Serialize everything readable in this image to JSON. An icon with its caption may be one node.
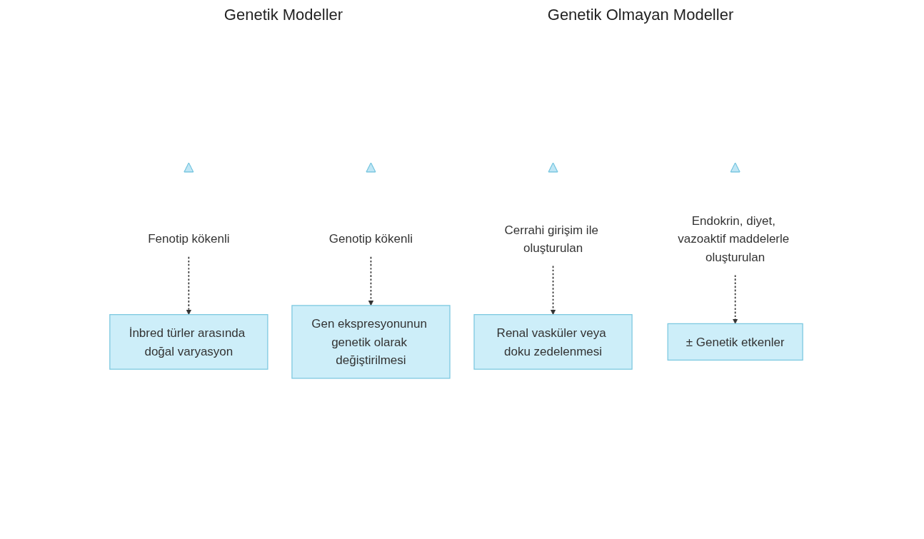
{
  "diagram": {
    "nodes": [
      {
        "text": [],
        "shape": "triangle"
      },
      {
        "text": [],
        "shape": "triangle"
      },
      {
        "text": [],
        "shape": "triangle"
      },
      {
        "text": [],
        "shape": "triangle"
      },
      {
        "text": [
          "Fenotip kökenli"
        ]
      },
      {
        "text": [
          "Genotip kökenli"
        ]
      },
      {
        "text": [
          "Cerrahi girişim ile oluşturulan"
        ]
      },
      {
        "text": [
          "Endokrin, diyet, vazoaktif maddelerle oluşturulan"
        ]
      },
      {
        "text": [
          "İnbred türler arasında doğal varyasyon"
        ]
      },
      {
        "text": [
          "Gen ekspresyonunun genetik olarak değiştirilmesi"
        ]
      },
      {
        "text": [
          "Renal vasküler veya doku zedelenmesi"
        ]
      },
      {
        "text": [
          "± Genetik etkenler"
        ]
      }
    ],
    "edges": [
      {
        "from": 4,
        "to": 8,
        "arrow": "to",
        "style": "dashed"
      },
      {
        "from": 5,
        "to": 9,
        "arrow": "to",
        "style": "dashed"
      },
      {
        "from": 6,
        "to": 10,
        "arrow": "to",
        "style": "dashed"
      },
      {
        "from": 7,
        "to": 11,
        "arrow": "to",
        "style": "dashed"
      }
    ],
    "labels": [
      "Genetik Modeller",
      "Genetik Olmayan Modeller"
    ]
  }
}
